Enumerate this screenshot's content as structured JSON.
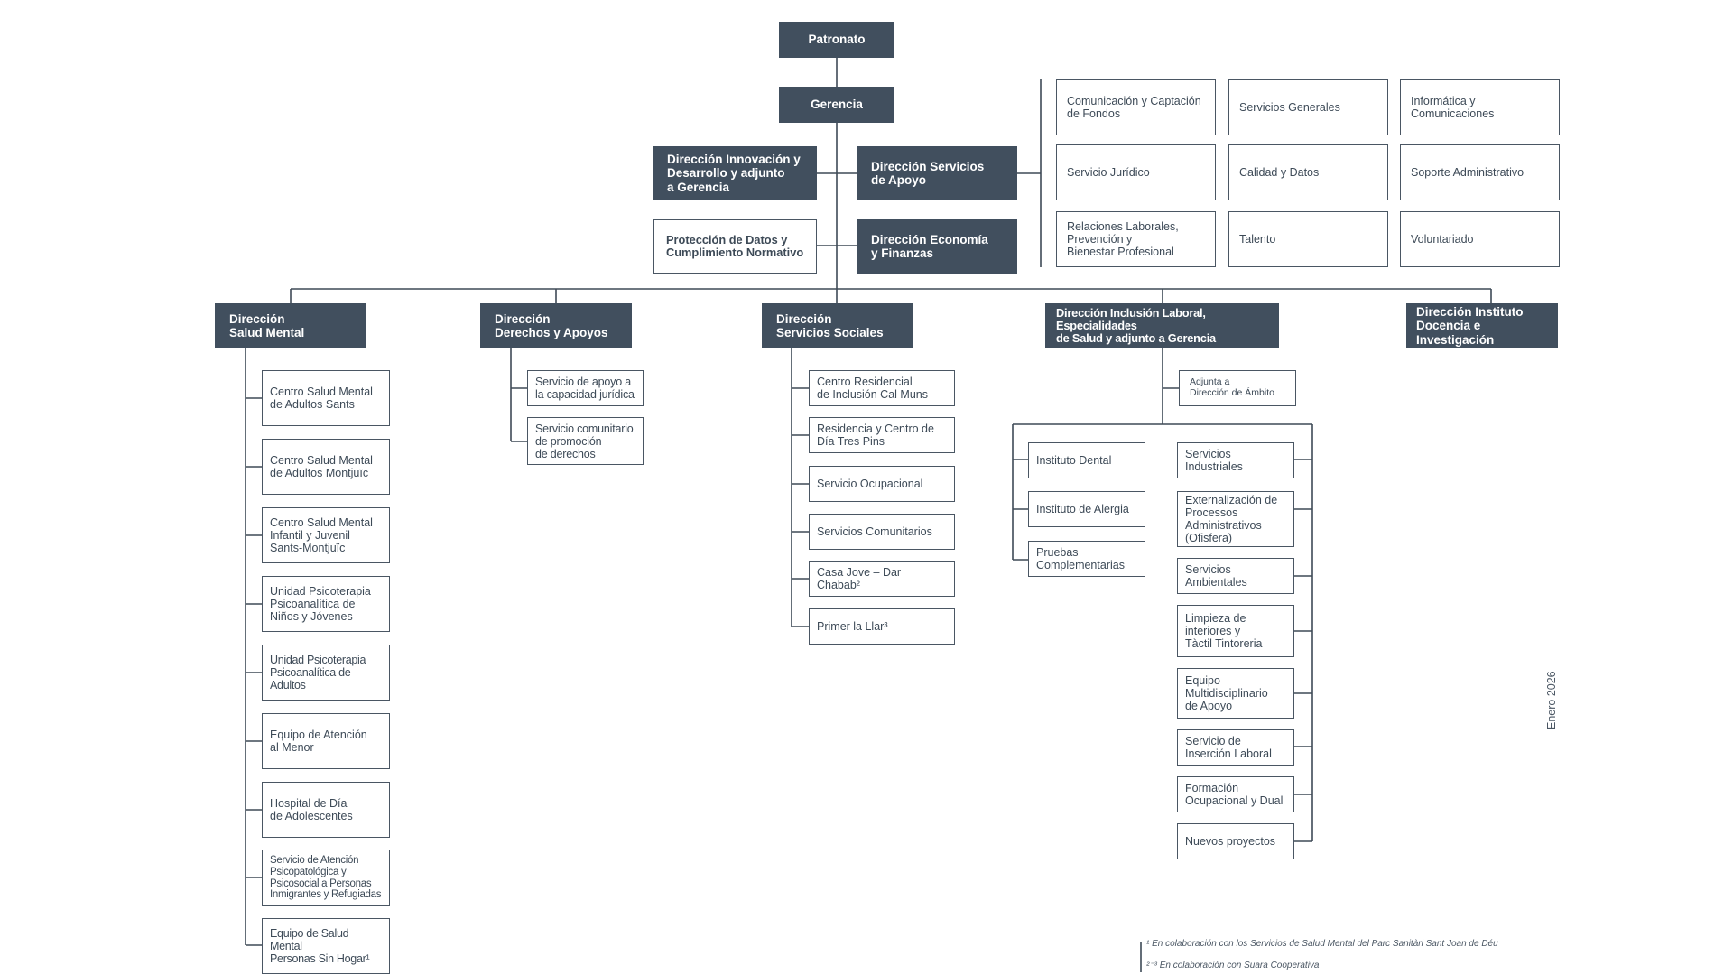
{
  "top": {
    "patronato": "Patronato",
    "gerencia": "Gerencia"
  },
  "staff": {
    "innovacion": "Dirección Innovación y\nDesarrollo y adjunto\na Gerencia",
    "proteccion": "Protección de Datos y\nCumplimiento Normativo",
    "servicios_apoyo": "Dirección Servicios\nde Apoyo",
    "economia": "Dirección Economía\ny Finanzas"
  },
  "support_units": [
    "Comunicación y Captación\nde Fondos",
    "Servicios Generales",
    "Informática y\nComunicaciones",
    "Servicio Jurídico",
    "Calidad y Datos",
    "Soporte Administrativo",
    "Relaciones Laborales,\nPrevención y\nBienestar Profesional",
    "Talento",
    "Voluntariado"
  ],
  "directorates": {
    "salud_mental": "Dirección\nSalud Mental",
    "derechos": "Dirección\nDerechos y Apoyos",
    "sociales": "Dirección\nServicios Sociales",
    "inclusion": "Dirección Inclusión Laboral, Especialidades\nde Salud y adjunto a Gerencia",
    "docencia": "Dirección Instituto\nDocencia e Investigación"
  },
  "salud_mental_units": [
    "Centro Salud Mental\nde Adultos Sants",
    "Centro Salud Mental\nde Adultos Montjuïc",
    "Centro Salud Mental\nInfantil y Juvenil\nSants-Montjuïc",
    "Unidad Psicoterapia\nPsicoanalítica de\nNiños y Jóvenes",
    "Unidad Psicoterapia\nPsicoanalítica de Adultos",
    "Equipo de Atención\nal Menor",
    "Hospital de Día\nde Adolescentes",
    "Servicio de Atención\nPsicopatológica y\nPsicosocial a Personas\nInmigrantes y Refugiadas",
    "Equipo de Salud Mental\nPersonas Sin Hogar¹"
  ],
  "derechos_units": [
    "Servicio de apoyo a\nla capacidad jurídica",
    "Servicio comunitario\nde promoción\nde derechos"
  ],
  "sociales_units": [
    "Centro Residencial\nde Inclusión Cal Muns",
    "Residencia y Centro de\nDía Tres Pins",
    "Servicio Ocupacional",
    "Servicios Comunitarios",
    "Casa Jove – Dar Chabab²",
    "Primer la Llar³"
  ],
  "inclusion": {
    "adjunta": "Adjunta a\nDirección de Ámbito",
    "salud_units": [
      "Instituto Dental",
      "Instituto de Alergia",
      "Pruebas\nComplementarias"
    ],
    "laboral_units": [
      "Servicios Industriales",
      "Externalización de\nProcessos\nAdministrativos\n(Ofisfera)",
      "Servicios\nAmbientales",
      "Limpieza de\ninteriores y\nTàctil Tintoreria",
      "Equipo\nMultidisciplinario\nde Apoyo",
      "Servicio de\nInserción Laboral",
      "Formación\nOcupacional y Dual",
      "Nuevos proyectos"
    ]
  },
  "date": "Enero 2026",
  "footnotes": [
    "¹ En colaboración con los Servicios de Salud Mental del Parc Sanitàri Sant Joan de Déu",
    "²⁻³ En colaboración con Suara Cooperativa"
  ]
}
